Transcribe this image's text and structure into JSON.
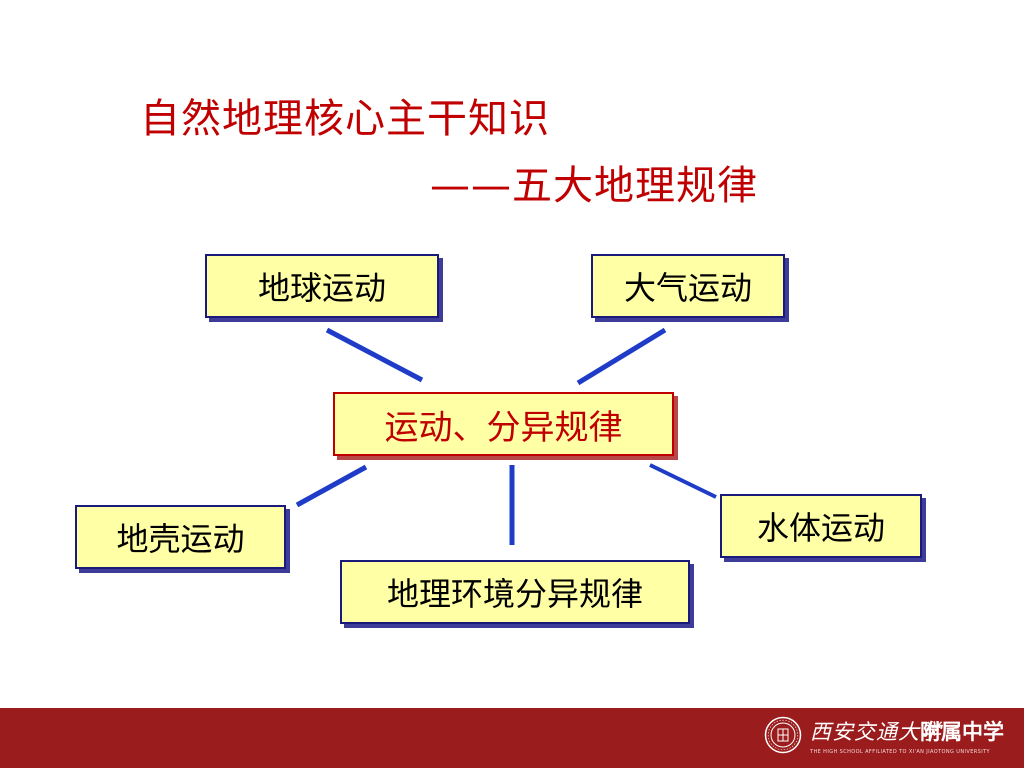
{
  "title": {
    "line1": "自然地理核心主干知识",
    "line2": "——五大地理规律"
  },
  "diagram": {
    "center": "运动、分异规律",
    "nodes": {
      "earth_motion": "地球运动",
      "atmosphere_motion": "大气运动",
      "crust_motion": "地壳运动",
      "water_motion": "水体运动",
      "differentiation": "地理环境分异规律"
    }
  },
  "footer": {
    "logo_script": "西安交通大学",
    "school": "附属中学",
    "english": "THE HIGH SCHOOL AFFILIATED TO XI'AN JIAOTONG UNIVERSITY"
  },
  "colors": {
    "title": "#c00000",
    "node_fill": "#ffffa6",
    "node_border": "#1a1a7a",
    "connector": "#1f3cc8",
    "footer_bg": "#9b1c1c"
  }
}
